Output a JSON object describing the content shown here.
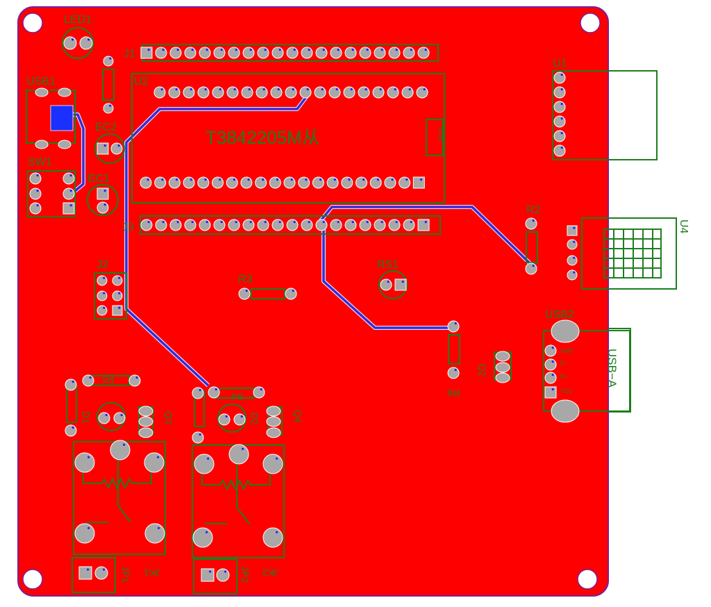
{
  "board": {
    "colors": {
      "copper": "#ff0000",
      "outline": "#7a1fa0",
      "silk": "#1e7d1e",
      "pad": "#a8a8a8",
      "trace": "#3b2bd0",
      "trace_edge": "#d8d8ff",
      "dot": "#2020ff"
    },
    "title": "T3842205M从"
  },
  "labels": {
    "led1": "LED1",
    "j1": "J1",
    "u2": "U2",
    "u1": "U1",
    "usb1": "USB1",
    "ec2": "EC2",
    "sw1": "SW1",
    "ec1": "EC1",
    "j3": "J3",
    "r2": "R2",
    "u4": "U4",
    "j2": "J2",
    "r3": "R3",
    "rs1": "RS1",
    "usb2": "USB2",
    "usb_a": "USB−A",
    "gnd": "GND",
    "dminus": "D−",
    "dplus": "D+",
    "vcc": "VCC",
    "q2": "Q2",
    "r6": "R6",
    "r5": "R5",
    "d1": "D1",
    "q3": "Q3",
    "r4": "R4",
    "d2": "D2",
    "q4": "Q4",
    "jk1": "JK1",
    "jp1": "JP1",
    "jk2": "JK2",
    "jp2": "JP2",
    "usb_side": "USB"
  }
}
